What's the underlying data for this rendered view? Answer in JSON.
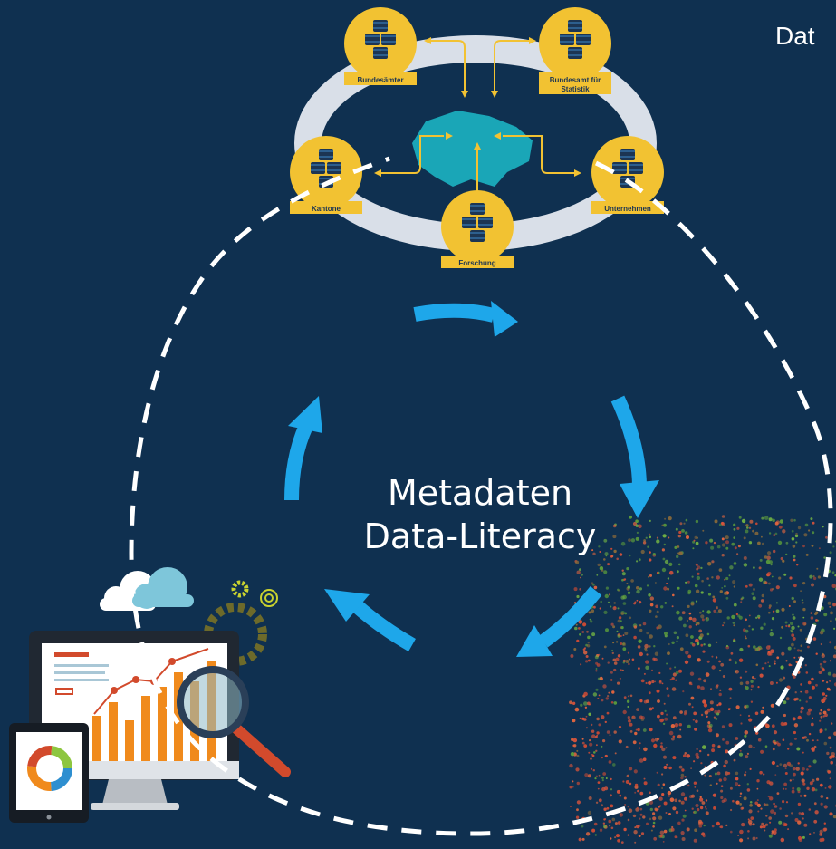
{
  "corner_title": "Dat",
  "center": {
    "line1": "Metadaten",
    "line2": "Data-Literacy"
  },
  "sources": {
    "bundesaemter": "Bundesämter",
    "bfs_line1": "Bundesamt für",
    "bfs_line2": "Statistik",
    "kantone": "Kantone",
    "unternehmen": "Unternehmen",
    "forschung": "Forschung"
  },
  "icons": [
    "database-icon",
    "switzerland-map-icon",
    "cloud-icon",
    "gear-icon",
    "analytics-monitor-icon",
    "tablet-icon",
    "magnifier-icon",
    "scatter-map-icon"
  ],
  "colors": {
    "background": "#0f3050",
    "arrow": "#1ea7ea",
    "node": "#f2c232",
    "link": "#f2c232",
    "map": "#1aa6b7",
    "ring": "#d9dfe8",
    "dashed": "#ffffff"
  }
}
